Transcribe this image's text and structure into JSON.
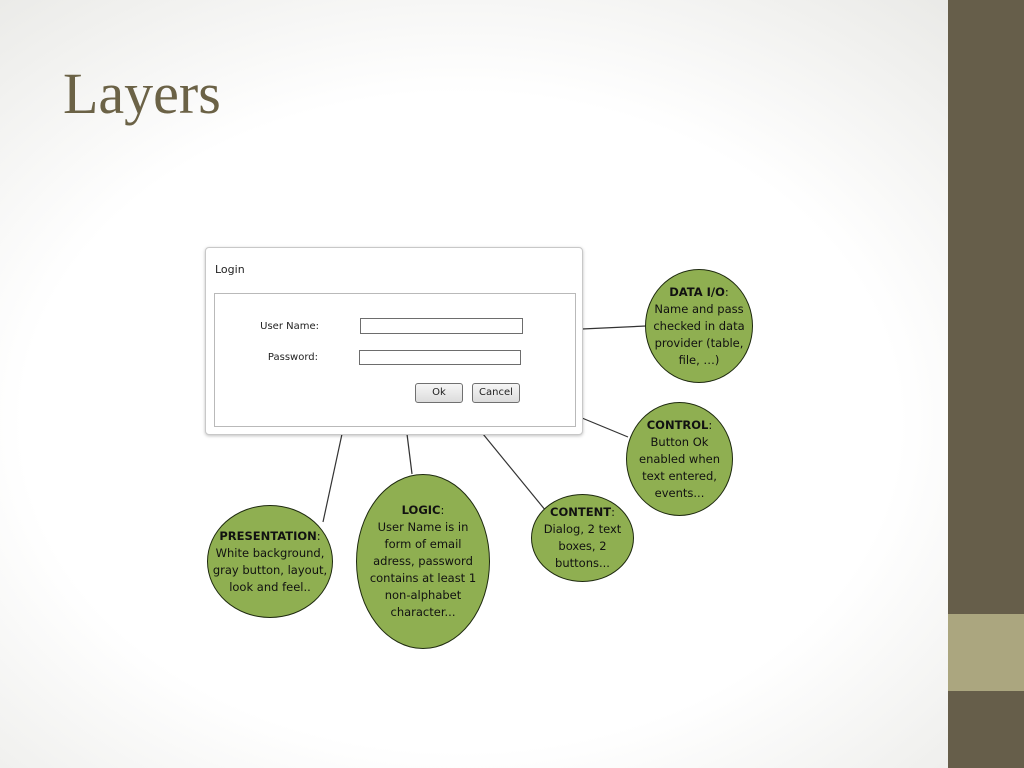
{
  "slide": {
    "title": "Layers",
    "colors": {
      "title": "#6b6246",
      "side_bar": "#665e4a",
      "side_accent": "#aba67f",
      "bubble_fill": "#8faf51"
    }
  },
  "dialog": {
    "title": "Login",
    "username_label": "User Name:",
    "username_value": "",
    "password_label": "Password:",
    "password_value": "",
    "ok_label": "Ok",
    "cancel_label": "Cancel"
  },
  "bubbles": {
    "data_io": {
      "heading": "DATA I/O",
      "body": "Name and pass checked in data provider (table, file, …)"
    },
    "control": {
      "heading": "CONTROL",
      "body": "Button Ok enabled when text entered, events..."
    },
    "content": {
      "heading": "CONTENT",
      "body": "Dialog, 2 text boxes, 2 buttons..."
    },
    "logic": {
      "heading": "LOGIC",
      "body": "User Name is in form of email adress, password contains at least 1 non-alphabet character..."
    },
    "presentation": {
      "heading": "PRESENTATION",
      "body": "White background, gray button, layout, look and feel.."
    }
  },
  "separator": ":"
}
